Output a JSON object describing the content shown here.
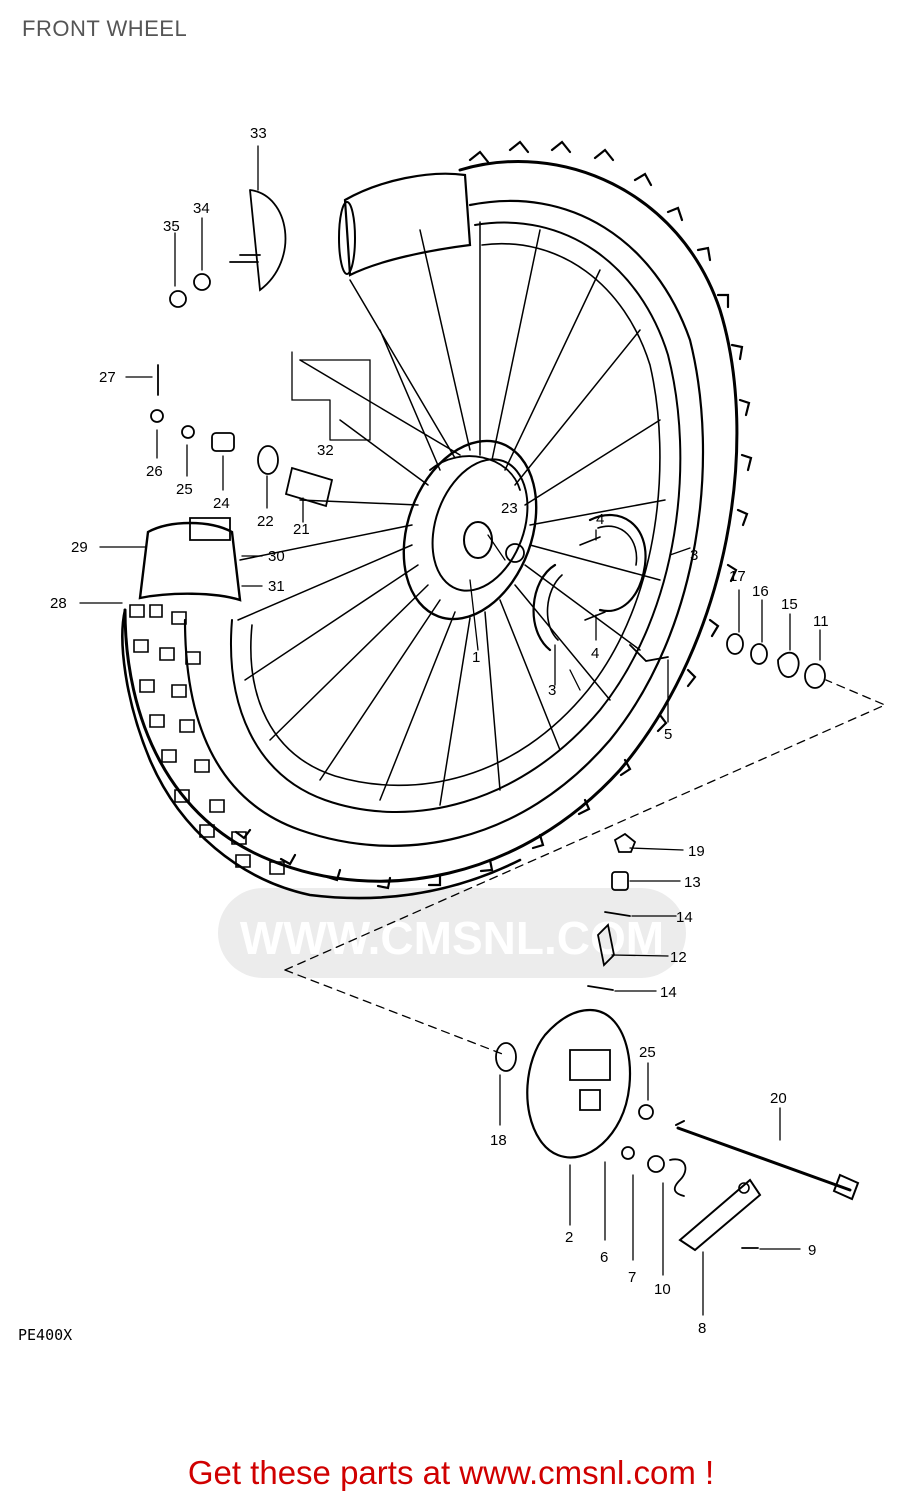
{
  "header": {
    "title": "FRONT WHEEL"
  },
  "diagram": {
    "model_code": "PE400X",
    "watermark": "WWW.CMSNL.COM",
    "callouts": [
      {
        "id": "c33",
        "label": "33"
      },
      {
        "id": "c34",
        "label": "34"
      },
      {
        "id": "c35",
        "label": "35"
      },
      {
        "id": "c27",
        "label": "27"
      },
      {
        "id": "c26",
        "label": "26"
      },
      {
        "id": "c25a",
        "label": "25"
      },
      {
        "id": "c24",
        "label": "24"
      },
      {
        "id": "c22",
        "label": "22"
      },
      {
        "id": "c21",
        "label": "21"
      },
      {
        "id": "c32",
        "label": "32"
      },
      {
        "id": "c23",
        "label": "23"
      },
      {
        "id": "c29",
        "label": "29"
      },
      {
        "id": "c30",
        "label": "30"
      },
      {
        "id": "c31",
        "label": "31"
      },
      {
        "id": "c28",
        "label": "28"
      },
      {
        "id": "c1",
        "label": "1"
      },
      {
        "id": "c3a",
        "label": "3"
      },
      {
        "id": "c4a",
        "label": "4"
      },
      {
        "id": "c4b",
        "label": "4"
      },
      {
        "id": "c3b",
        "label": "3"
      },
      {
        "id": "c5",
        "label": "5"
      },
      {
        "id": "c17",
        "label": "17"
      },
      {
        "id": "c16",
        "label": "16"
      },
      {
        "id": "c15",
        "label": "15"
      },
      {
        "id": "c11",
        "label": "11"
      },
      {
        "id": "c19",
        "label": "19"
      },
      {
        "id": "c13",
        "label": "13"
      },
      {
        "id": "c14a",
        "label": "14"
      },
      {
        "id": "c12",
        "label": "12"
      },
      {
        "id": "c14b",
        "label": "14"
      },
      {
        "id": "c25b",
        "label": "25"
      },
      {
        "id": "c18",
        "label": "18"
      },
      {
        "id": "c20",
        "label": "20"
      },
      {
        "id": "c2",
        "label": "2"
      },
      {
        "id": "c6",
        "label": "6"
      },
      {
        "id": "c7",
        "label": "7"
      },
      {
        "id": "c10",
        "label": "10"
      },
      {
        "id": "c9",
        "label": "9"
      },
      {
        "id": "c8",
        "label": "8"
      }
    ]
  },
  "footer": {
    "cta": "Get these parts at www.cmsnl.com !"
  },
  "colors": {
    "cta": "#d00000",
    "title": "#555555",
    "ink": "#000000",
    "watermark": "#e6e6e6"
  }
}
